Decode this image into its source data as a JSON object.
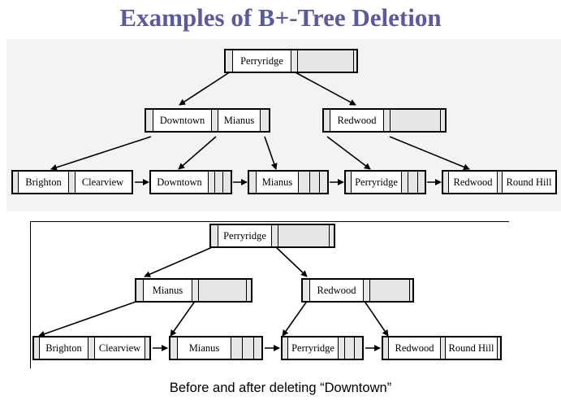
{
  "slide": {
    "title": "Examples of B+-Tree Deletion",
    "caption": "Before and after deleting “Downtown”",
    "title_color": "#5a5a9e"
  },
  "before_tree": {
    "root": {
      "keys": [
        "Perryridge"
      ]
    },
    "internal": [
      {
        "keys": [
          "Downtown",
          "Mianus"
        ]
      },
      {
        "keys": [
          "Redwood"
        ]
      }
    ],
    "leaves": [
      {
        "keys": [
          "Brighton",
          "Clearview"
        ]
      },
      {
        "keys": [
          "Downtown"
        ]
      },
      {
        "keys": [
          "Mianus"
        ]
      },
      {
        "keys": [
          "Perryridge"
        ]
      },
      {
        "keys": [
          "Redwood",
          "Round Hill"
        ]
      }
    ]
  },
  "after_tree": {
    "root": {
      "keys": [
        "Perryridge"
      ]
    },
    "internal": [
      {
        "keys": [
          "Mianus"
        ]
      },
      {
        "keys": [
          "Redwood"
        ]
      }
    ],
    "leaves": [
      {
        "keys": [
          "Brighton",
          "Clearview"
        ]
      },
      {
        "keys": [
          "Mianus"
        ]
      },
      {
        "keys": [
          "Perryridge"
        ]
      },
      {
        "keys": [
          "Redwood",
          "Round Hill"
        ]
      }
    ]
  }
}
